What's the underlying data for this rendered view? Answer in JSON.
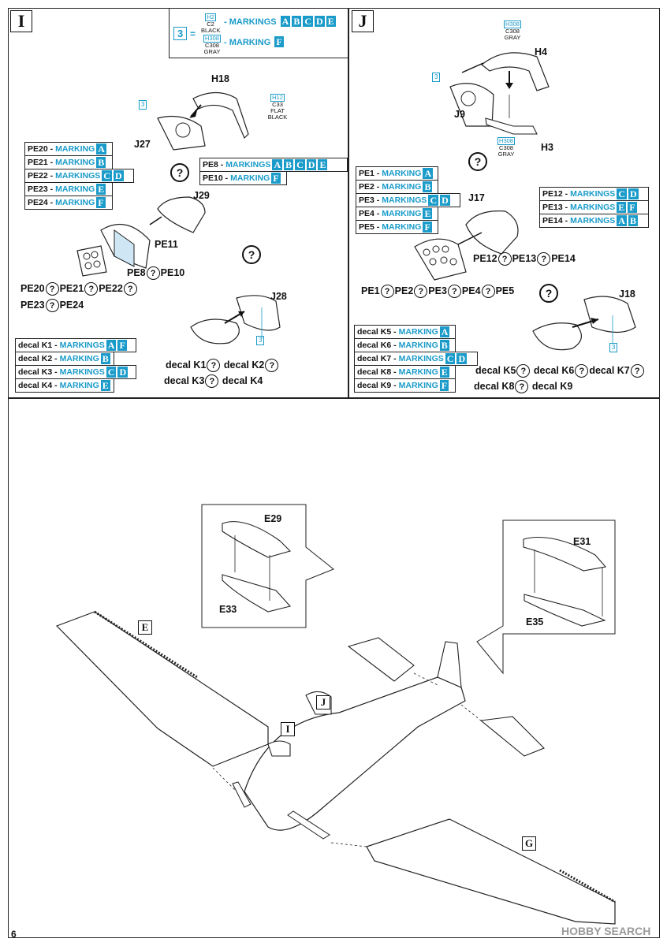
{
  "page_number": "6",
  "watermark": "HOBBY SEARCH",
  "step_i": {
    "letter": "I",
    "legend": {
      "row1_paint": {
        "code": "H2",
        "c": "C2",
        "name": "BLACK"
      },
      "row1_text": "- MARKINGS",
      "row1_badges": [
        "A",
        "B",
        "C",
        "D",
        "E"
      ],
      "num": "3",
      "eq": "=",
      "row2_paint": {
        "code": "H308",
        "c": "C308",
        "name": "GRAY"
      },
      "row2_text": "- MARKING",
      "row2_badges": [
        "F"
      ]
    },
    "parts": {
      "h18": "H18",
      "j27": "J27",
      "j29": "J29",
      "pe11": "PE11"
    },
    "h12": {
      "code": "H12",
      "c": "C33",
      "name": "FLAT BLACK"
    },
    "num3": "3",
    "pe_left": [
      {
        "label": "PE20 -",
        "mk": "MARKING",
        "badges": [
          "A"
        ]
      },
      {
        "label": "PE21 -",
        "mk": "MARKING",
        "badges": [
          "B"
        ]
      },
      {
        "label": "PE22 -",
        "mk": "MARKINGS",
        "badges": [
          "C",
          "D"
        ]
      },
      {
        "label": "PE23 -",
        "mk": "MARKING",
        "badges": [
          "E"
        ]
      },
      {
        "label": "PE24 -",
        "mk": "MARKING",
        "badges": [
          "F"
        ]
      }
    ],
    "pe_right": [
      {
        "label": "PE8 -",
        "mk": "MARKINGS",
        "badges": [
          "A",
          "B",
          "C",
          "D",
          "E"
        ]
      },
      {
        "label": "PE10 -",
        "mk": "MARKING",
        "badges": [
          "F"
        ]
      }
    ],
    "pe8_10": [
      "PE8",
      "PE10"
    ],
    "pe_line1": [
      "PE20",
      "PE21",
      "PE22"
    ],
    "pe_line2": [
      "PE23",
      "PE24"
    ],
    "q": "?",
    "j28": "J28",
    "decals": [
      {
        "label": "decal K1 -",
        "mk": "MARKINGS",
        "badges": [
          "A",
          "F"
        ]
      },
      {
        "label": "decal K2 -",
        "mk": "MARKING",
        "badges": [
          "B"
        ]
      },
      {
        "label": "decal K3 -",
        "mk": "MARKINGS",
        "badges": [
          "C",
          "D"
        ]
      },
      {
        "label": "decal K4 -",
        "mk": "MARKING",
        "badges": [
          "E"
        ]
      }
    ],
    "decal_line1": [
      "decal K1",
      "decal K2"
    ],
    "decal_line2": [
      "decal K3",
      "decal K4"
    ]
  },
  "step_j": {
    "letter": "J",
    "h4_paint": {
      "code": "H308",
      "c": "C308",
      "name": "GRAY"
    },
    "h3_paint": {
      "code": "H308",
      "c": "C308",
      "name": "GRAY"
    },
    "parts": {
      "h4": "H4",
      "j9": "J9",
      "h3": "H3",
      "j17": "J17",
      "j18": "J18"
    },
    "num3": "3",
    "pe_left": [
      {
        "label": "PE1 -",
        "mk": "MARKING",
        "badges": [
          "A"
        ]
      },
      {
        "label": "PE2 -",
        "mk": "MARKING",
        "badges": [
          "B"
        ]
      },
      {
        "label": "PE3 -",
        "mk": "MARKINGS",
        "badges": [
          "C",
          "D"
        ]
      },
      {
        "label": "PE4 -",
        "mk": "MARKING",
        "badges": [
          "E"
        ]
      },
      {
        "label": "PE5 -",
        "mk": "MARKING",
        "badges": [
          "F"
        ]
      }
    ],
    "pe_right": [
      {
        "label": "PE12 -",
        "mk": "MARKINGS",
        "badges": [
          "C",
          "D"
        ]
      },
      {
        "label": "PE13 -",
        "mk": "MARKINGS",
        "badges": [
          "E",
          "F"
        ]
      },
      {
        "label": "PE14 -",
        "mk": "MARKINGS",
        "badges": [
          "A",
          "B"
        ]
      }
    ],
    "pe_line_a": [
      "PE12",
      "PE13",
      "PE14"
    ],
    "pe_line_b": [
      "PE1",
      "PE2",
      "PE3",
      "PE4",
      "PE5"
    ],
    "decals": [
      {
        "label": "decal K5 -",
        "mk": "MARKING",
        "badges": [
          "A"
        ]
      },
      {
        "label": "decal K6 -",
        "mk": "MARKING",
        "badges": [
          "B"
        ]
      },
      {
        "label": "decal K7 -",
        "mk": "MARKINGS",
        "badges": [
          "C",
          "D"
        ]
      },
      {
        "label": "decal K8 -",
        "mk": "MARKING",
        "badges": [
          "E"
        ]
      },
      {
        "label": "decal K9 -",
        "mk": "MARKING",
        "badges": [
          "F"
        ]
      }
    ],
    "decal_line1": [
      "decal K5",
      "decal K6",
      "decal K7"
    ],
    "decal_line2": [
      "decal K8",
      "decal K9"
    ]
  },
  "main": {
    "e29": "E29",
    "e33": "E33",
    "e31": "E31",
    "e35": "E35",
    "e": "E",
    "g": "G",
    "i": "I",
    "j": "J"
  },
  "colors": {
    "accent": "#1a9bc9",
    "line": "#222222"
  }
}
